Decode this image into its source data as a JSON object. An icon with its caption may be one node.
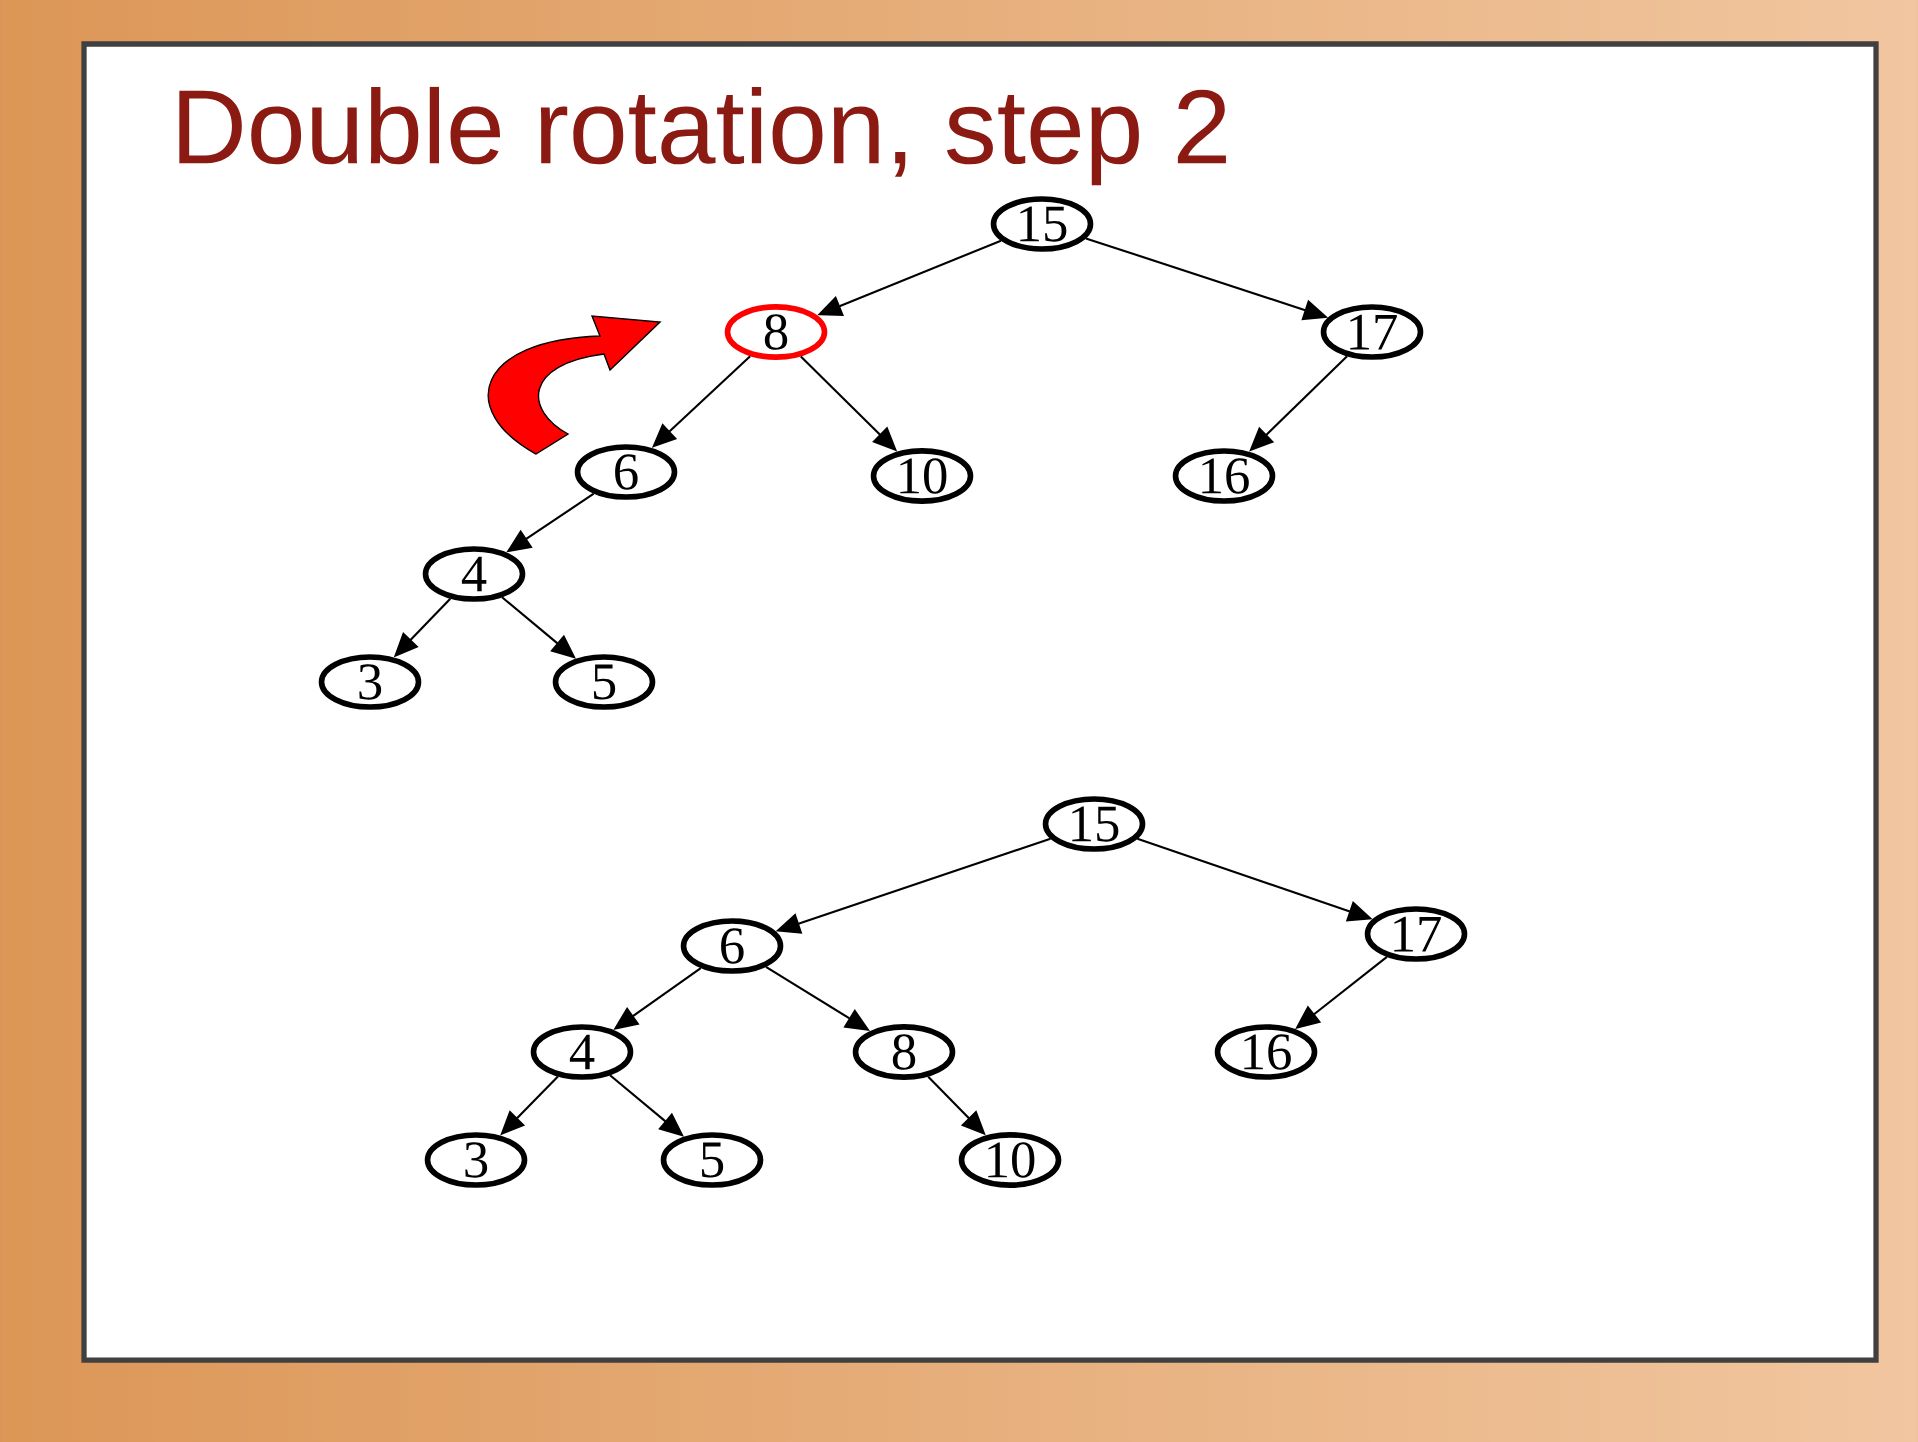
{
  "diagram": {
    "title": "Double rotation, step 2",
    "nodes": [
      {
        "text": [
          "15"
        ]
      },
      {
        "text": [
          "8"
        ]
      },
      {
        "text": [
          "17"
        ]
      },
      {
        "text": [
          "6"
        ]
      },
      {
        "text": [
          "10"
        ]
      },
      {
        "text": [
          "16"
        ]
      },
      {
        "text": [
          "4"
        ]
      },
      {
        "text": [
          "3"
        ]
      },
      {
        "text": [
          "5"
        ]
      },
      {
        "text": [
          "15"
        ]
      },
      {
        "text": [
          "6"
        ]
      },
      {
        "text": [
          "17"
        ]
      },
      {
        "text": [
          "4"
        ]
      },
      {
        "text": [
          "8"
        ]
      },
      {
        "text": [
          "16"
        ]
      },
      {
        "text": [
          "3"
        ]
      },
      {
        "text": [
          "5"
        ]
      },
      {
        "text": [
          "10"
        ]
      }
    ],
    "edges": [
      {
        "from": 0,
        "to": 1,
        "arrow": "to"
      },
      {
        "from": 0,
        "to": 2,
        "arrow": "to"
      },
      {
        "from": 1,
        "to": 3,
        "arrow": "to"
      },
      {
        "from": 1,
        "to": 4,
        "arrow": "to"
      },
      {
        "from": 2,
        "to": 5,
        "arrow": "to"
      },
      {
        "from": 3,
        "to": 6,
        "arrow": "to"
      },
      {
        "from": 6,
        "to": 7,
        "arrow": "to"
      },
      {
        "from": 6,
        "to": 8,
        "arrow": "to"
      },
      {
        "from": 9,
        "to": 10,
        "arrow": "to"
      },
      {
        "from": 9,
        "to": 11,
        "arrow": "to"
      },
      {
        "from": 10,
        "to": 12,
        "arrow": "to"
      },
      {
        "from": 10,
        "to": 13,
        "arrow": "to"
      },
      {
        "from": 11,
        "to": 14,
        "arrow": "to"
      },
      {
        "from": 12,
        "to": 15,
        "arrow": "to"
      },
      {
        "from": 12,
        "to": 16,
        "arrow": "to"
      },
      {
        "from": 13,
        "to": 17,
        "arrow": "to"
      }
    ]
  }
}
